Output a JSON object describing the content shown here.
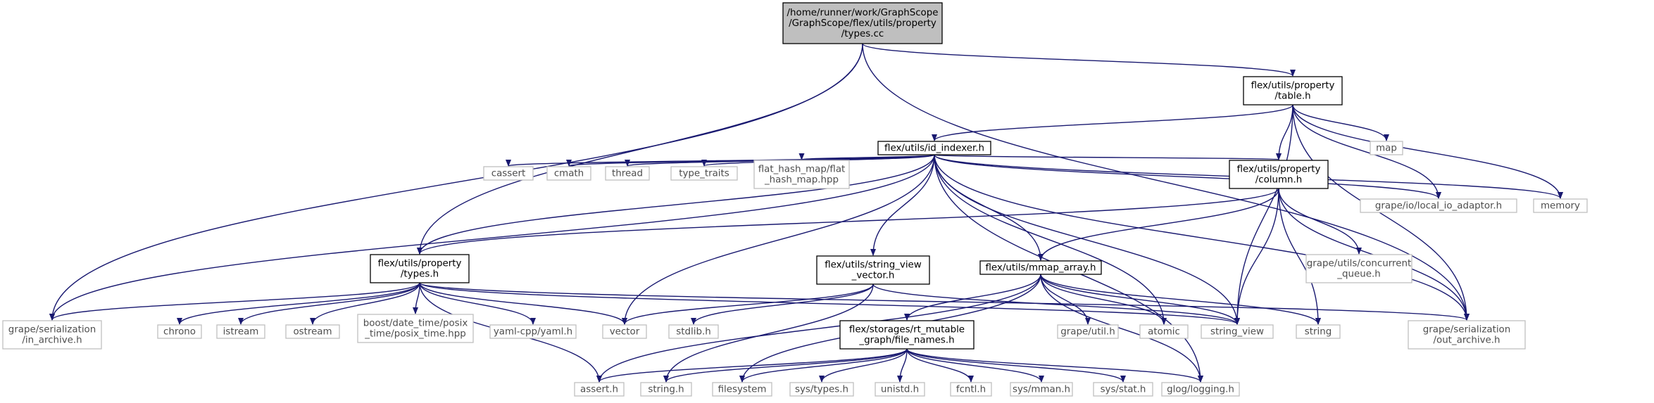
{
  "title": "",
  "colors": {
    "edge": "#191970",
    "local_border": "#000000",
    "external_border": "#bfbfbf",
    "root_fill": "#bfbfbf",
    "background": "#ffffff"
  },
  "nodes": [
    {
      "id": "types_cc",
      "lines": [
        "/home/runner/work/GraphScope",
        "/GraphScope/flex/utils/property",
        "/types.cc"
      ],
      "kind": "root"
    },
    {
      "id": "table_h",
      "lines": [
        "flex/utils/property",
        "/table.h"
      ],
      "kind": "local"
    },
    {
      "id": "id_indexer_h",
      "lines": [
        "flex/utils/id_indexer.h"
      ],
      "kind": "local"
    },
    {
      "id": "map",
      "lines": [
        "map"
      ],
      "kind": "external"
    },
    {
      "id": "cassert",
      "lines": [
        "cassert"
      ],
      "kind": "external"
    },
    {
      "id": "cmath",
      "lines": [
        "cmath"
      ],
      "kind": "external"
    },
    {
      "id": "thread",
      "lines": [
        "thread"
      ],
      "kind": "external"
    },
    {
      "id": "type_traits",
      "lines": [
        "type_traits"
      ],
      "kind": "external"
    },
    {
      "id": "flat_hash_map",
      "lines": [
        "flat_hash_map/flat",
        "_hash_map.hpp"
      ],
      "kind": "external"
    },
    {
      "id": "column_h",
      "lines": [
        "flex/utils/property",
        "/column.h"
      ],
      "kind": "local"
    },
    {
      "id": "local_io_adaptor",
      "lines": [
        "grape/io/local_io_adaptor.h"
      ],
      "kind": "external"
    },
    {
      "id": "memory",
      "lines": [
        "memory"
      ],
      "kind": "external"
    },
    {
      "id": "types_h",
      "lines": [
        "flex/utils/property",
        "/types.h"
      ],
      "kind": "local"
    },
    {
      "id": "string_view_vector_h",
      "lines": [
        "flex/utils/string_view",
        "_vector.h"
      ],
      "kind": "local"
    },
    {
      "id": "mmap_array_h",
      "lines": [
        "flex/utils/mmap_array.h"
      ],
      "kind": "local"
    },
    {
      "id": "concurrent_queue",
      "lines": [
        "grape/utils/concurrent",
        "_queue.h"
      ],
      "kind": "external"
    },
    {
      "id": "in_archive",
      "lines": [
        "grape/serialization",
        "/in_archive.h"
      ],
      "kind": "external"
    },
    {
      "id": "chrono",
      "lines": [
        "chrono"
      ],
      "kind": "external"
    },
    {
      "id": "istream",
      "lines": [
        "istream"
      ],
      "kind": "external"
    },
    {
      "id": "ostream",
      "lines": [
        "ostream"
      ],
      "kind": "external"
    },
    {
      "id": "posix_time",
      "lines": [
        "boost/date_time/posix",
        "_time/posix_time.hpp"
      ],
      "kind": "external"
    },
    {
      "id": "yaml",
      "lines": [
        "yaml-cpp/yaml.h"
      ],
      "kind": "external"
    },
    {
      "id": "vector",
      "lines": [
        "vector"
      ],
      "kind": "external"
    },
    {
      "id": "stdlib_h",
      "lines": [
        "stdlib.h"
      ],
      "kind": "external"
    },
    {
      "id": "grape_util_h",
      "lines": [
        "grape/util.h"
      ],
      "kind": "external"
    },
    {
      "id": "atomic",
      "lines": [
        "atomic"
      ],
      "kind": "external"
    },
    {
      "id": "string_view",
      "lines": [
        "string_view"
      ],
      "kind": "external"
    },
    {
      "id": "string",
      "lines": [
        "string"
      ],
      "kind": "external"
    },
    {
      "id": "out_archive",
      "lines": [
        "grape/serialization",
        "/out_archive.h"
      ],
      "kind": "external"
    },
    {
      "id": "file_names_h",
      "lines": [
        "flex/storages/rt_mutable",
        "_graph/file_names.h"
      ],
      "kind": "local"
    },
    {
      "id": "assert_h",
      "lines": [
        "assert.h"
      ],
      "kind": "external"
    },
    {
      "id": "string_h",
      "lines": [
        "string.h"
      ],
      "kind": "external"
    },
    {
      "id": "filesystem",
      "lines": [
        "filesystem"
      ],
      "kind": "external"
    },
    {
      "id": "sys_types_h",
      "lines": [
        "sys/types.h"
      ],
      "kind": "external"
    },
    {
      "id": "unistd_h",
      "lines": [
        "unistd.h"
      ],
      "kind": "external"
    },
    {
      "id": "fcntl_h",
      "lines": [
        "fcntl.h"
      ],
      "kind": "external"
    },
    {
      "id": "sys_mman_h",
      "lines": [
        "sys/mman.h"
      ],
      "kind": "external"
    },
    {
      "id": "sys_stat_h",
      "lines": [
        "sys/stat.h"
      ],
      "kind": "external"
    },
    {
      "id": "glog",
      "lines": [
        "glog/logging.h"
      ],
      "kind": "external"
    }
  ],
  "edges": [
    [
      "types_cc",
      "in_archive"
    ],
    [
      "types_cc",
      "types_h"
    ],
    [
      "types_cc",
      "table_h"
    ],
    [
      "types_cc",
      "out_archive"
    ],
    [
      "table_h",
      "id_indexer_h"
    ],
    [
      "table_h",
      "map"
    ],
    [
      "table_h",
      "memory"
    ],
    [
      "table_h",
      "column_h"
    ],
    [
      "table_h",
      "local_io_adaptor"
    ],
    [
      "table_h",
      "string_view"
    ],
    [
      "table_h",
      "out_archive"
    ],
    [
      "id_indexer_h",
      "in_archive"
    ],
    [
      "id_indexer_h",
      "types_h"
    ],
    [
      "id_indexer_h",
      "cassert"
    ],
    [
      "id_indexer_h",
      "cmath"
    ],
    [
      "id_indexer_h",
      "thread"
    ],
    [
      "id_indexer_h",
      "type_traits"
    ],
    [
      "id_indexer_h",
      "flat_hash_map"
    ],
    [
      "id_indexer_h",
      "vector"
    ],
    [
      "id_indexer_h",
      "string_view_vector_h"
    ],
    [
      "id_indexer_h",
      "mmap_array_h"
    ],
    [
      "id_indexer_h",
      "column_h"
    ],
    [
      "id_indexer_h",
      "local_io_adaptor"
    ],
    [
      "id_indexer_h",
      "memory"
    ],
    [
      "id_indexer_h",
      "out_archive"
    ],
    [
      "id_indexer_h",
      "atomic"
    ],
    [
      "id_indexer_h",
      "string_view"
    ],
    [
      "id_indexer_h",
      "glog"
    ],
    [
      "column_h",
      "types_h"
    ],
    [
      "column_h",
      "mmap_array_h"
    ],
    [
      "column_h",
      "concurrent_queue"
    ],
    [
      "column_h",
      "string_view"
    ],
    [
      "column_h",
      "string"
    ],
    [
      "column_h",
      "out_archive"
    ],
    [
      "types_h",
      "in_archive"
    ],
    [
      "types_h",
      "chrono"
    ],
    [
      "types_h",
      "istream"
    ],
    [
      "types_h",
      "ostream"
    ],
    [
      "types_h",
      "posix_time"
    ],
    [
      "types_h",
      "yaml"
    ],
    [
      "types_h",
      "vector"
    ],
    [
      "types_h",
      "assert_h"
    ],
    [
      "types_h",
      "string_view"
    ],
    [
      "types_h",
      "out_archive"
    ],
    [
      "string_view_vector_h",
      "vector"
    ],
    [
      "string_view_vector_h",
      "stdlib_h"
    ],
    [
      "string_view_vector_h",
      "string_h"
    ],
    [
      "string_view_vector_h",
      "string_view"
    ],
    [
      "mmap_array_h",
      "assert_h"
    ],
    [
      "mmap_array_h",
      "filesystem"
    ],
    [
      "mmap_array_h",
      "file_names_h"
    ],
    [
      "mmap_array_h",
      "grape_util_h"
    ],
    [
      "mmap_array_h",
      "atomic"
    ],
    [
      "mmap_array_h",
      "string_view"
    ],
    [
      "mmap_array_h",
      "string"
    ],
    [
      "mmap_array_h",
      "glog"
    ],
    [
      "file_names_h",
      "assert_h"
    ],
    [
      "file_names_h",
      "string_h"
    ],
    [
      "file_names_h",
      "filesystem"
    ],
    [
      "file_names_h",
      "sys_types_h"
    ],
    [
      "file_names_h",
      "unistd_h"
    ],
    [
      "file_names_h",
      "fcntl_h"
    ],
    [
      "file_names_h",
      "sys_mman_h"
    ],
    [
      "file_names_h",
      "sys_stat_h"
    ],
    [
      "file_names_h",
      "glog"
    ]
  ]
}
